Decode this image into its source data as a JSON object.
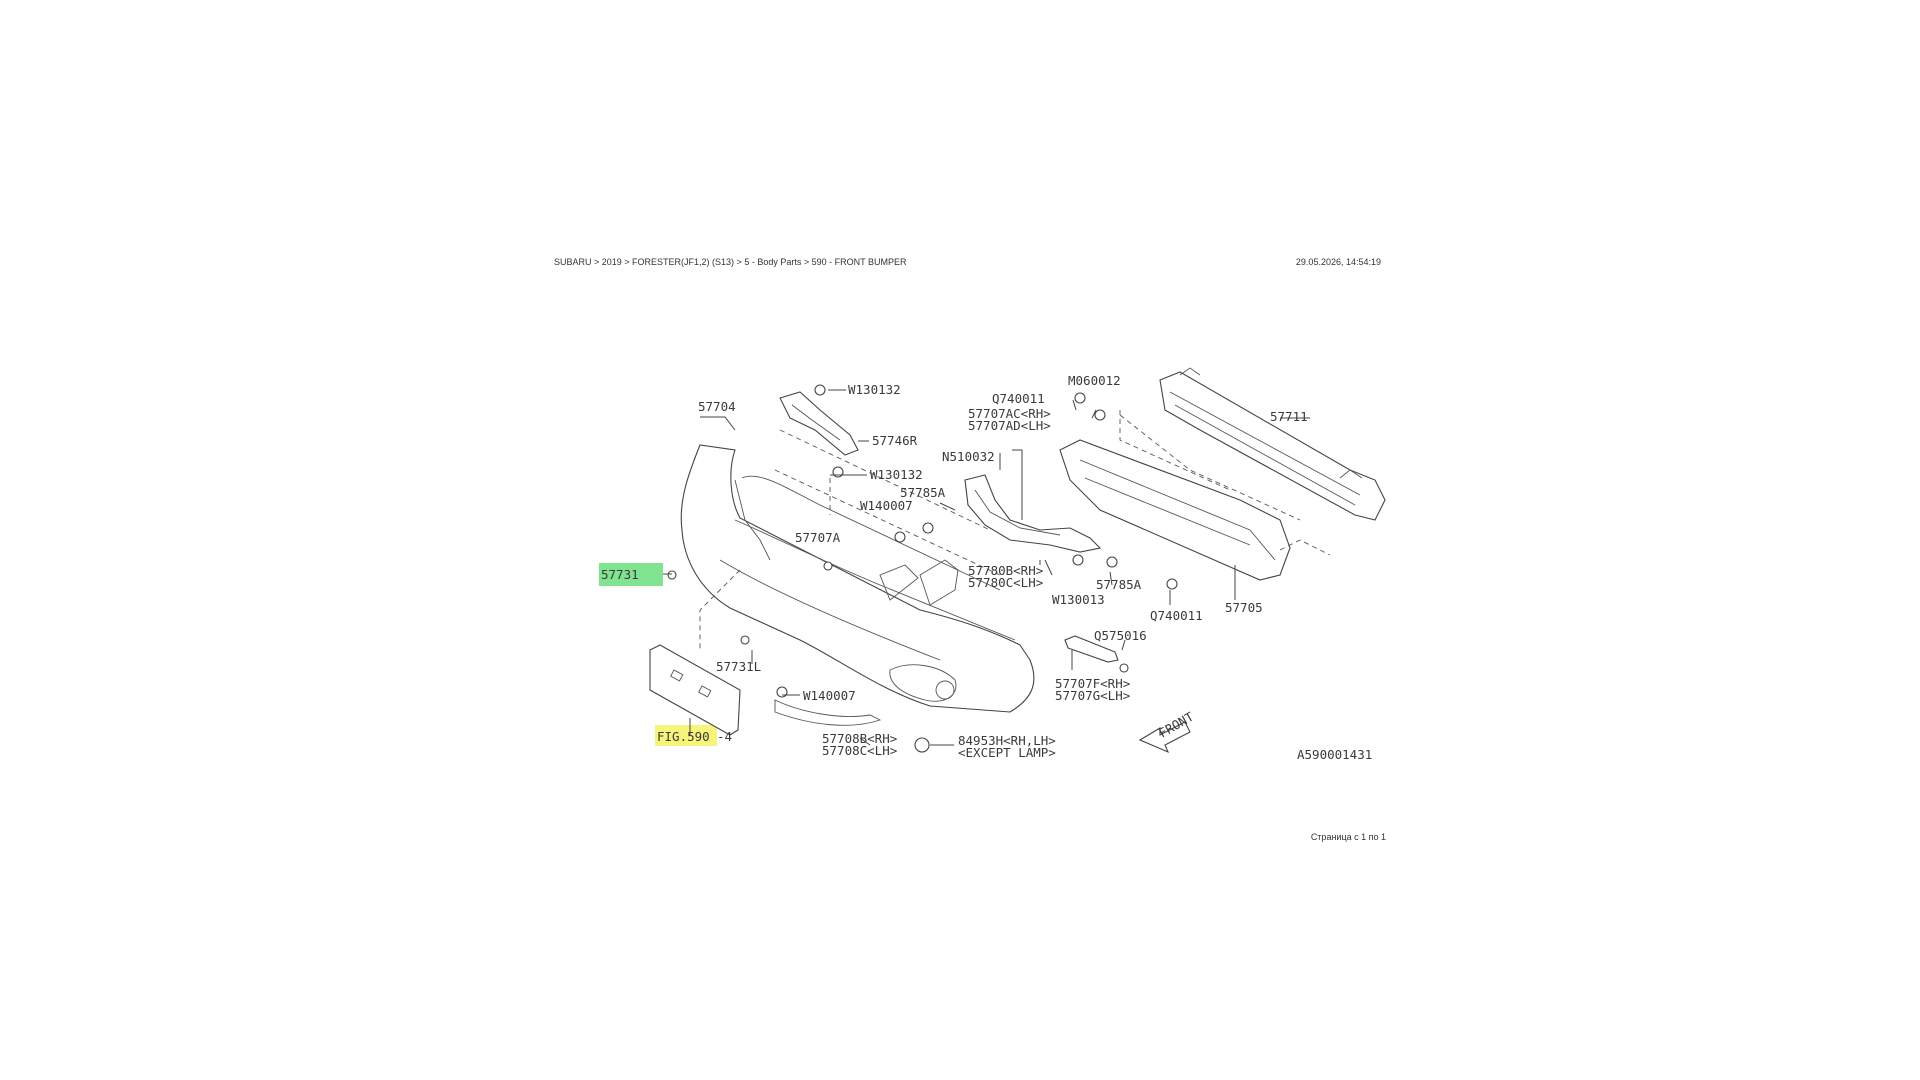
{
  "header": {
    "breadcrumb": "SUBARU > 2019 > FORESTER(JF1,2) (S13) > 5 - Body Parts > 590 - FRONT BUMPER",
    "datetime": "29.05.2026, 14:54:19"
  },
  "footer": {
    "page_info": "Страница с 1 по 1"
  },
  "diagram": {
    "code": "A590001431",
    "labels": {
      "p57704": "57704",
      "w130132a": "W130132",
      "p57746r": "57746R",
      "w130132b": "W130132",
      "q740011a": "Q740011",
      "m060012": "M060012",
      "p57711": "57711",
      "p57707ac_rh": "57707AC<RH>",
      "p57707ad_lh": "57707AD<LH>",
      "n510032": "N510032",
      "p57785a_a": "57785A",
      "w140007a": "W140007",
      "p57707a": "57707A",
      "p57780b_rh": "57780B<RH>",
      "p57780c_lh": "57780C<LH>",
      "w130013": "W130013",
      "p57785a_b": "57785A",
      "q740011b": "Q740011",
      "p57705": "57705",
      "p57731": "57731",
      "p57731l": "57731L",
      "w140007b": "W140007",
      "q575016": "Q575016",
      "p57707f_rh": "57707F<RH>",
      "p57707g_lh": "57707G<LH>",
      "fig590": "FIG.590",
      "fig590_suffix": "-4",
      "p57708b_rh": "57708B<RH>",
      "p57708c_lh": "57708C<LH>",
      "p84953h": "84953H<RH,LH>",
      "p84953h_note": "<EXCEPT LAMP>",
      "front": "FRONT"
    },
    "highlights": {
      "green": "#7fe38f",
      "yellow": "#f6f47a"
    }
  }
}
